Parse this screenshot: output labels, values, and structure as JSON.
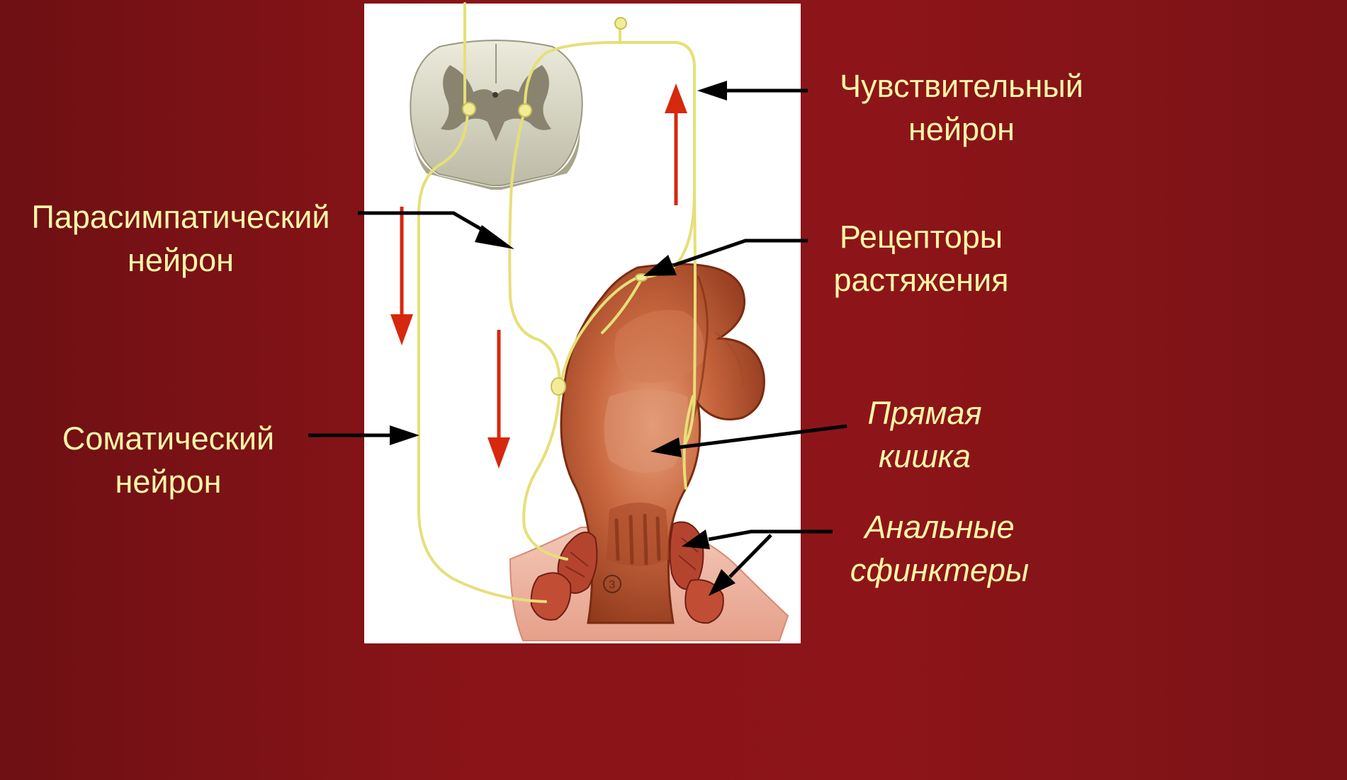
{
  "labels": {
    "sensory": {
      "line1": "Чувствительный",
      "line2": "нейрон"
    },
    "parasympathetic": {
      "line1": "Парасимпатический",
      "line2": "нейрон"
    },
    "receptors": {
      "line1": "Рецепторы",
      "line2": "растяжения"
    },
    "somatic": {
      "line1": "Соматический",
      "line2": "нейрон"
    },
    "rectum": {
      "line1": "Прямая",
      "line2": "кишка"
    },
    "sphincters": {
      "line1": "Анальные",
      "line2": "сфинктеры"
    }
  },
  "figure_marker": "3",
  "colors": {
    "background": "#8a1418",
    "label_text": "#fdf6a8",
    "nerve": "#e6df78",
    "flow_arrow": "#d6280d",
    "pointer_arrow": "#000000"
  },
  "icons": [
    "spinal-cord-section-icon",
    "rectum-illustration-icon",
    "anal-sphincter-icon",
    "nerve-ganglion-icon",
    "stretch-receptor-icon"
  ]
}
